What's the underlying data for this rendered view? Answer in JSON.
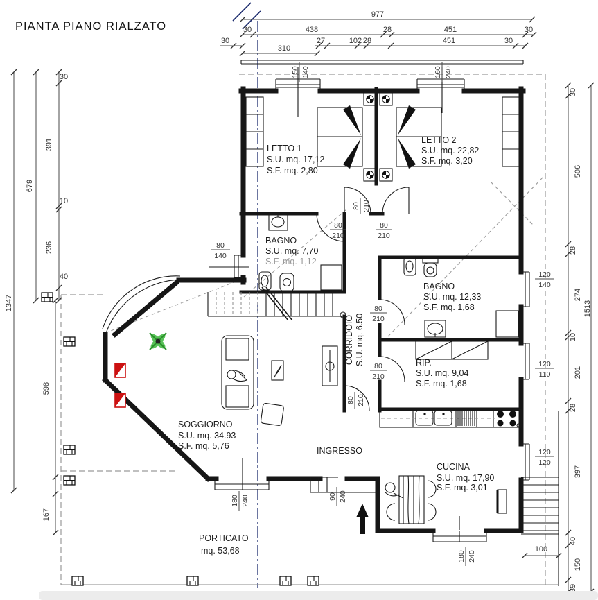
{
  "title": "PIANTA PIANO RIALZATO",
  "rooms": {
    "letto1": {
      "name": "LETTO 1",
      "su": "S.U. mq. 17,12",
      "sf": "S.F. mq. 2,80"
    },
    "letto2": {
      "name": "LETTO 2",
      "su": "S.U. mq. 22,82",
      "sf": "S.F. mq. 3,20"
    },
    "bagno1": {
      "name": "BAGNO",
      "su": "S.U. mq. 7,70",
      "sf": "S.F. mq. 1,12"
    },
    "bagno2": {
      "name": "BAGNO",
      "su": "S.U. mq. 12,33",
      "sf": "S.F. mq. 1,68"
    },
    "corridoio": {
      "name": "CORRIDOIO",
      "su": "S.U. mq. 6.50"
    },
    "rip": {
      "name": "RIP.",
      "su": "S.U. mq. 9,04",
      "sf": "S.F. mq. 1,68"
    },
    "soggiorno": {
      "name": "SOGGIORNO",
      "su": "S.U. mq. 34.93",
      "sf": "S.F. mq. 5,76"
    },
    "ingresso": {
      "name": "INGRESSO"
    },
    "cucina": {
      "name": "CUCINA",
      "su": "S.U. mq. 17,90",
      "sf": "S.F. mq. 3,01"
    },
    "porticato": {
      "name": "PORTICATO",
      "mq": "mq. 53,68"
    }
  },
  "dims": {
    "top": {
      "overall": "977",
      "r2a": "30",
      "r2b": "438",
      "r2c": "28",
      "r2d": "451",
      "r2e": "30",
      "r3a": "30",
      "r3b": "27",
      "r3c": "102",
      "r3d": "28",
      "r3e": "451",
      "r3f": "30",
      "r4": "310"
    },
    "left": {
      "overall": "1347",
      "inner": "679",
      "a": "30",
      "b": "391",
      "c": "10",
      "d": "236",
      "e": "40",
      "f": "598",
      "g": "167"
    },
    "right": {
      "overall": "1513",
      "a": "30",
      "b": "506",
      "c": "28",
      "d": "274",
      "e": "10",
      "f": "201",
      "g": "28",
      "h": "397",
      "i": "40",
      "j": "150",
      "k": "39",
      "stair_width": "100"
    }
  },
  "openings": {
    "letto1_window": {
      "w": "150",
      "h": "140"
    },
    "letto2_window": {
      "w": "160",
      "h": "240"
    },
    "letto1_door": {
      "w": "80",
      "h": "210"
    },
    "letto2_door": {
      "w": "80",
      "h": "210"
    },
    "bagno1_window": {
      "w": "80",
      "h": "140"
    },
    "bagno1_door": {
      "w": "80",
      "h": "210"
    },
    "bagno2_door": {
      "w": "80",
      "h": "210"
    },
    "rip_door": {
      "w": "80",
      "h": "210"
    },
    "corridoio_door": {
      "w": "80",
      "h": "210"
    },
    "bagno2_window": {
      "w": "120",
      "h": "140"
    },
    "rip_window": {
      "w": "120",
      "h": "110"
    },
    "scala_window": {
      "w": "120",
      "h": "120"
    },
    "soggiorno_window": {
      "w": "180",
      "h": "240"
    },
    "ingresso_door": {
      "w": "90",
      "h": "240"
    },
    "cucina_window": {
      "w": "180",
      "h": "240"
    }
  },
  "colors": {
    "wall": "#161616",
    "dim_text": "#333333",
    "sf_gray": "#9a9a9a",
    "axis_blue": "#1c2b6e",
    "overhang_gray": "#9a9a9a",
    "plant_green": "#3cb83c",
    "radiator_red": "#cc1111"
  }
}
